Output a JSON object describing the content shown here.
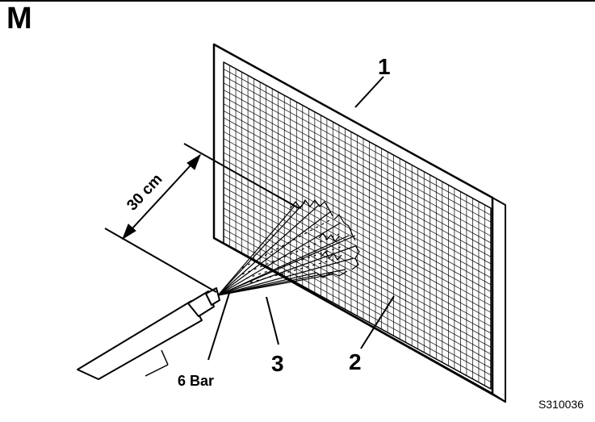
{
  "figure": {
    "letter": "M",
    "callouts": [
      "1",
      "2",
      "3"
    ],
    "distance": "30 cm",
    "pressure": "6 Bar",
    "code": "S310036"
  },
  "colors": {
    "ink": "#000000",
    "paper": "#ffffff"
  }
}
